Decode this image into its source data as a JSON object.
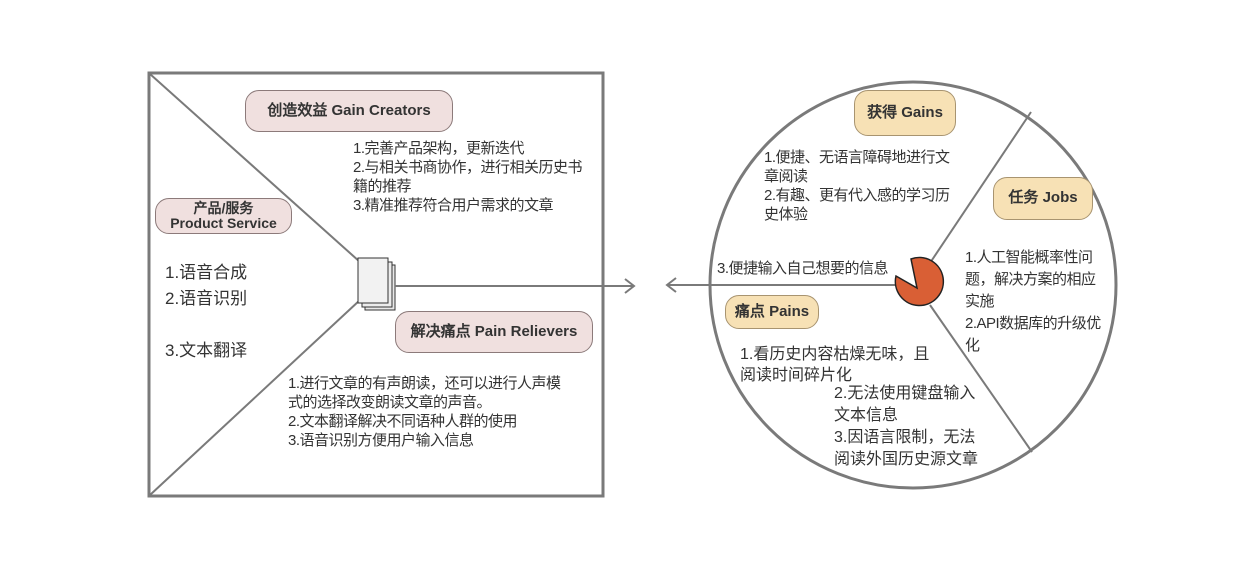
{
  "value_map": {
    "gain_creators": {
      "label": "创造效益 Gain Creators",
      "items": [
        "1.完善产品架构，更新迭代",
        "2.与相关书商协作，进行相关历史书",
        "籍的推荐",
        "3.精准推荐符合用户需求的文章"
      ]
    },
    "product_service": {
      "label_line1": "产品/服务",
      "label_line2": "Product Service",
      "items": [
        "1.语音合成",
        "2.语音识别",
        "",
        "3.文本翻译"
      ]
    },
    "pain_relievers": {
      "label": "解决痛点 Pain Relievers",
      "items": [
        "1.进行文章的有声朗读，还可以进行人声模",
        "式的选择改变朗读文章的声音。",
        "2.文本翻译解决不同语种人群的使用",
        "3.语音识别方便用户输入信息"
      ]
    }
  },
  "customer_profile": {
    "gains": {
      "label": "获得 Gains",
      "items": [
        "1.便捷、无语言障碍地进行文",
        "章阅读",
        "2.有趣、更有代入感的学习历",
        "史体验"
      ],
      "extra": "3.便捷输入自己想要的信息"
    },
    "jobs": {
      "label": "任务 Jobs",
      "items": [
        "1.人工智能概率性问",
        "题，解决方案的相应",
        "实施",
        "2.API数据库的升级优",
        "化"
      ]
    },
    "pains": {
      "label": "痛点 Pains",
      "items_a": [
        "1.看历史内容枯燥无味，且",
        "阅读时间碎片化"
      ],
      "items_b": [
        "2.无法使用键盘输入",
        "文本信息",
        "3.因语言限制，无法",
        "阅读外国历史源文章"
      ]
    }
  },
  "colors": {
    "frame": "#7a7a7a",
    "pink_box": "#f0e0df",
    "tan_box": "#f7e1b5",
    "pie_fill": "#d95f35"
  }
}
